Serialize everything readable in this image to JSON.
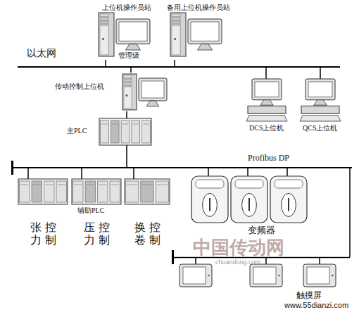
{
  "diagram": {
    "nodes": [
      {
        "text": [
          "上位机操作员站"
        ]
      },
      {
        "text": [
          "备用上位机操作员站"
        ]
      },
      {
        "text": [
          "以太网"
        ]
      },
      {
        "text": [
          "传动控制上位机"
        ]
      },
      {
        "text": [
          "DCS上位机"
        ]
      },
      {
        "text": [
          "QCS上位机"
        ]
      },
      {
        "text": [
          "主PLC"
        ]
      },
      {
        "text": [
          "Profibus DP"
        ]
      },
      {
        "text": [
          "张力控制"
        ]
      },
      {
        "text": [
          "压力控制"
        ]
      },
      {
        "text": [
          "换卷控制"
        ]
      },
      {
        "text": [
          "变频器"
        ]
      },
      {
        "text": [
          "触摸屏"
        ]
      }
    ],
    "edges": [
      {
        "from": 0,
        "to": 2,
        "arrow": "none"
      },
      {
        "from": 1,
        "to": 2,
        "arrow": "none"
      },
      {
        "from": 3,
        "to": 2,
        "arrow": "none"
      },
      {
        "from": 4,
        "to": 2,
        "arrow": "none"
      },
      {
        "from": 5,
        "to": 2,
        "arrow": "none"
      },
      {
        "from": 3,
        "to": 6,
        "arrow": "none"
      },
      {
        "from": 6,
        "to": 7,
        "arrow": "none"
      },
      {
        "from": 8,
        "to": 7,
        "arrow": "none"
      },
      {
        "from": 9,
        "to": 7,
        "arrow": "none"
      },
      {
        "from": 10,
        "to": 7,
        "arrow": "none"
      },
      {
        "from": 11,
        "to": 7,
        "arrow": "none"
      },
      {
        "from": 11,
        "to": 7,
        "arrow": "none"
      },
      {
        "from": 11,
        "to": 7,
        "arrow": "none"
      },
      {
        "from": 12,
        "to": 7,
        "arrow": "none"
      }
    ],
    "labels": [
      "管理级",
      "辅助PLC",
      "中国传动网",
      "chuandong.com",
      "www.55dianzi.com"
    ]
  }
}
